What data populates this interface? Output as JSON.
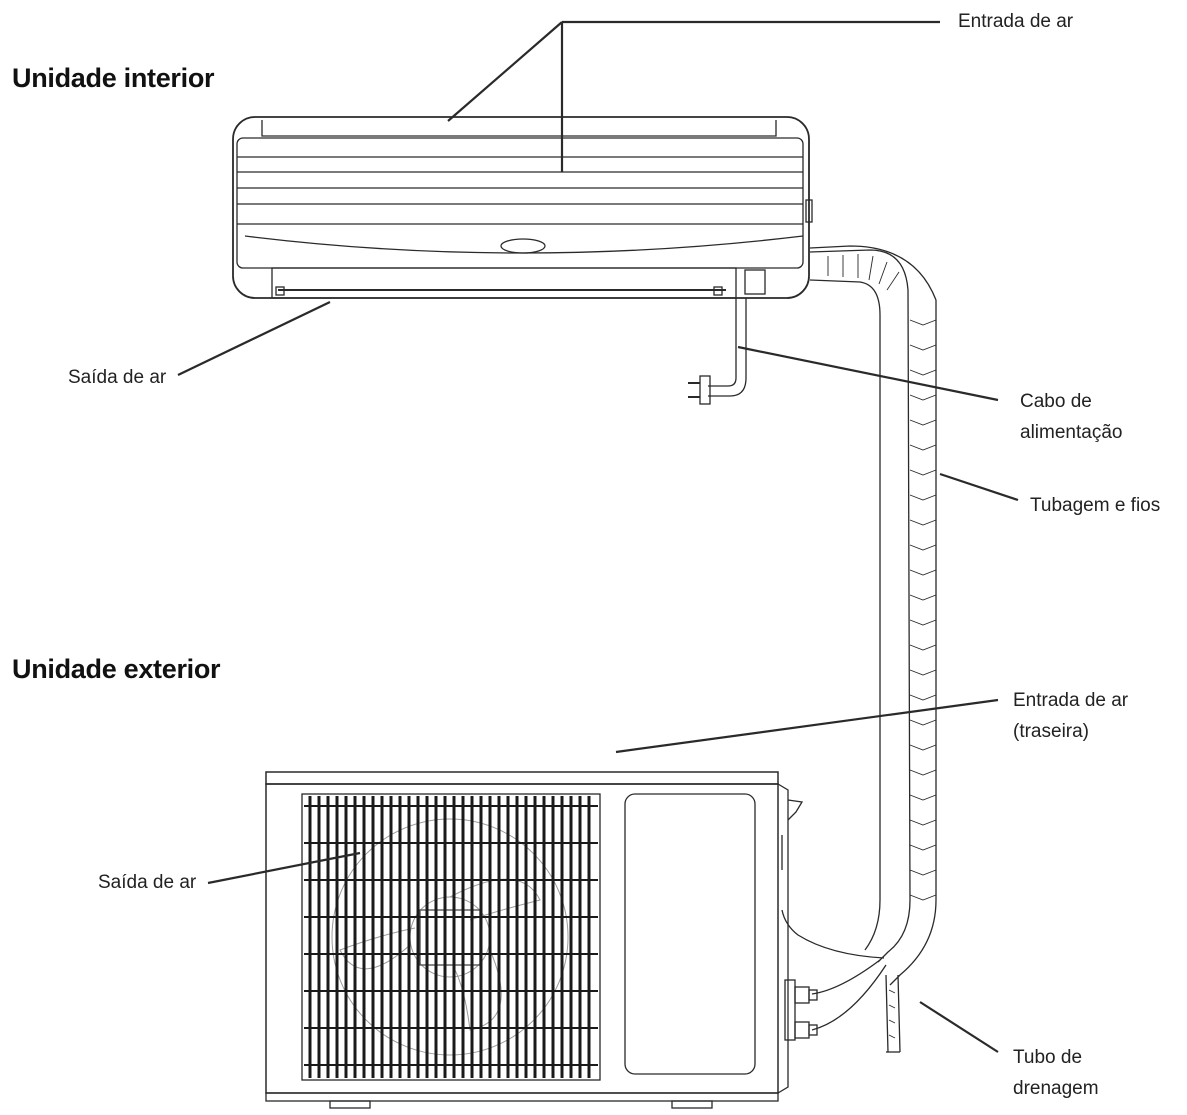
{
  "headings": {
    "indoor": "Unidade interior",
    "outdoor": "Unidade exterior"
  },
  "labels": {
    "indoor_air_inlet": "Entrada de ar",
    "indoor_air_outlet": "Saída de ar",
    "power_cable": [
      "Cabo de",
      "alimentação"
    ],
    "piping_and_wires": "Tubagem e fios",
    "outdoor_air_inlet": [
      "Entrada de ar",
      "(traseira)"
    ],
    "outdoor_air_outlet": "Saída de ar",
    "drain_hose": [
      "Tubo de",
      "drenagem"
    ]
  },
  "colors": {
    "line": "#2a2a2a",
    "background": "#ffffff"
  }
}
